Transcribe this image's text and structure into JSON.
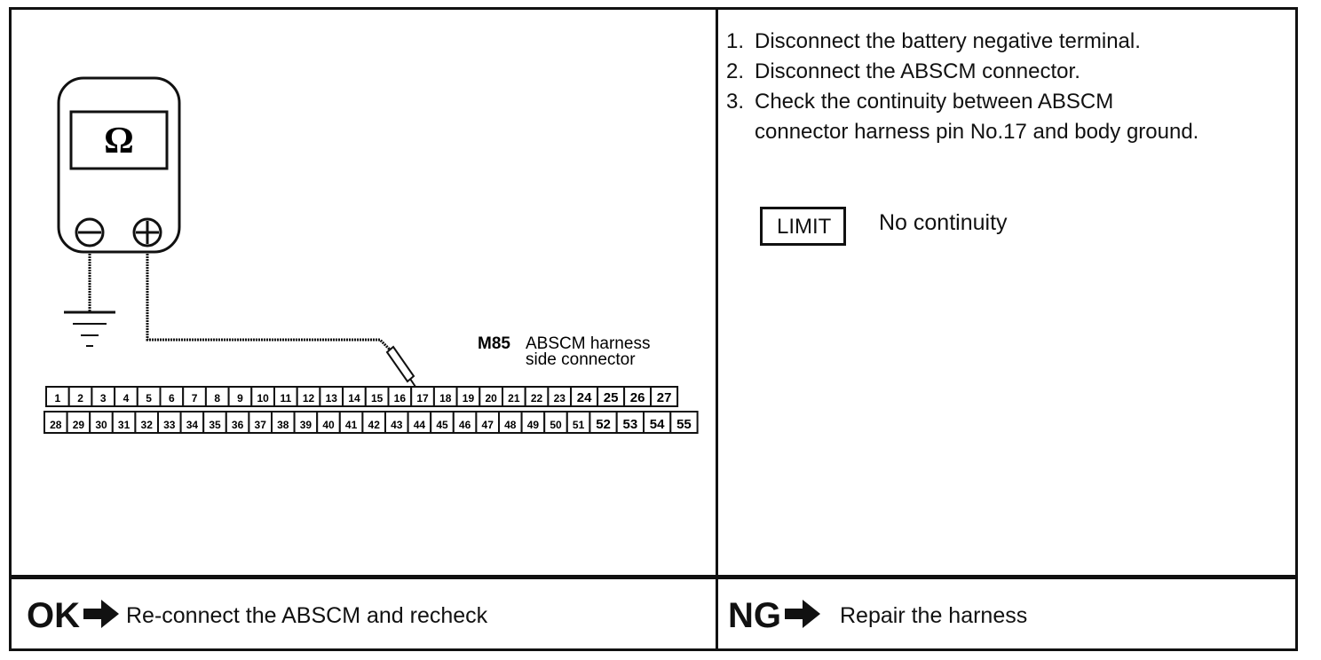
{
  "meter": {
    "symbol": "Ω",
    "minus_symbol": "⊖",
    "plus_symbol": "⊕"
  },
  "connector": {
    "code": "M85",
    "name_line1": "ABSCM harness",
    "name_line2": "side connector",
    "top_row": [
      "1",
      "2",
      "3",
      "4",
      "5",
      "6",
      "7",
      "8",
      "9",
      "10",
      "11",
      "12",
      "13",
      "14",
      "15",
      "16",
      "17",
      "18",
      "19",
      "20",
      "21",
      "22",
      "23",
      "24",
      "25",
      "26",
      "27"
    ],
    "bottom_row": [
      "28",
      "29",
      "30",
      "31",
      "32",
      "33",
      "34",
      "35",
      "36",
      "37",
      "38",
      "39",
      "40",
      "41",
      "42",
      "43",
      "44",
      "45",
      "46",
      "47",
      "48",
      "49",
      "50",
      "51",
      "52",
      "53",
      "54",
      "55"
    ],
    "probed_pin": "17"
  },
  "instructions": {
    "steps": [
      {
        "num": "1.",
        "text": "Disconnect the battery negative terminal."
      },
      {
        "num": "2.",
        "text": "Disconnect the ABSCM connector."
      },
      {
        "num": "3.",
        "text": "Check the continuity between ABSCM"
      },
      {
        "num": "",
        "text": "connector harness pin No.17 and body ground."
      }
    ],
    "limit_label": "LIMIT",
    "limit_value": "No continuity"
  },
  "results": {
    "ok_label": "OK",
    "ok_text": "Re-connect the ABSCM and recheck",
    "ng_label": "NG",
    "ng_text": "Repair the harness"
  }
}
